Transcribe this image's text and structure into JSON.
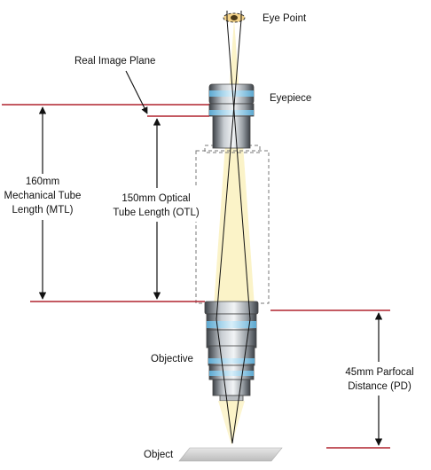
{
  "labels": {
    "eye_point": "Eye Point",
    "real_image_plane": "Real Image Plane",
    "eyepiece": "Eyepiece",
    "mtl": [
      "160mm",
      "Mechanical Tube",
      "Length (MTL)"
    ],
    "otl": [
      "150mm Optical",
      "Tube Length (OTL)"
    ],
    "objective": "Objective",
    "pd": [
      "45mm Parfocal",
      "Distance (PD)"
    ],
    "object": "Object"
  },
  "colors": {
    "reference_line": "#b0232f",
    "light_beam": "#fbf3c8",
    "lens_blue": "#9fd3ee",
    "barrel_gray": "#8a8f96",
    "dashed_tube": "#777777"
  }
}
